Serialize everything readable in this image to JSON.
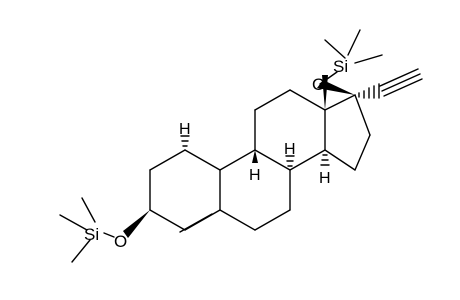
{
  "labels": {
    "si_top": "Si",
    "o_top": "O",
    "si_left": "Si",
    "o_left": "O",
    "h_c9": "H",
    "h_c8": "H",
    "h_c10": "H",
    "h_c14": "H"
  },
  "stereo": {
    "c17_oxygen": "wedge",
    "c17_ethynyl": "hash",
    "c13_methyl": "wedge",
    "c3_oxygen": "wedge",
    "c10_h": "hash",
    "c9_h": "wedge",
    "c8_h": "hash",
    "c14_h": "hash"
  }
}
